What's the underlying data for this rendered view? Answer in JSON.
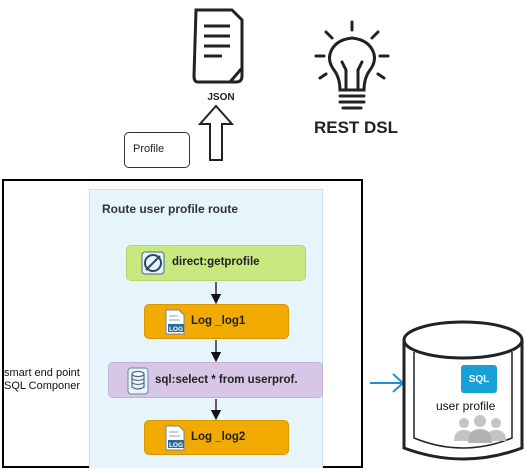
{
  "top": {
    "json_label": "JSON",
    "rest_label": "REST DSL",
    "profile_label": "Profile"
  },
  "route": {
    "title": "Route user profile route",
    "nodes": [
      {
        "label": "direct:getprofile",
        "icon": "direct-endpoint-icon",
        "color": "#c8e880"
      },
      {
        "label": "Log _log1",
        "icon": "log-icon",
        "color": "#f0aa00"
      },
      {
        "label": "sql:select * from userprof.",
        "icon": "sql-endpoint-icon",
        "color": "#d7c6e6"
      },
      {
        "label": "Log _log2",
        "icon": "log-icon",
        "color": "#f0aa00"
      }
    ]
  },
  "side_note": {
    "line1": "smart end point",
    "line2": "SQL Componer"
  },
  "database": {
    "badge": "SQL",
    "label": "user profile",
    "badge_color": "#18a0d8",
    "arrow_color": "#1e90d8"
  }
}
